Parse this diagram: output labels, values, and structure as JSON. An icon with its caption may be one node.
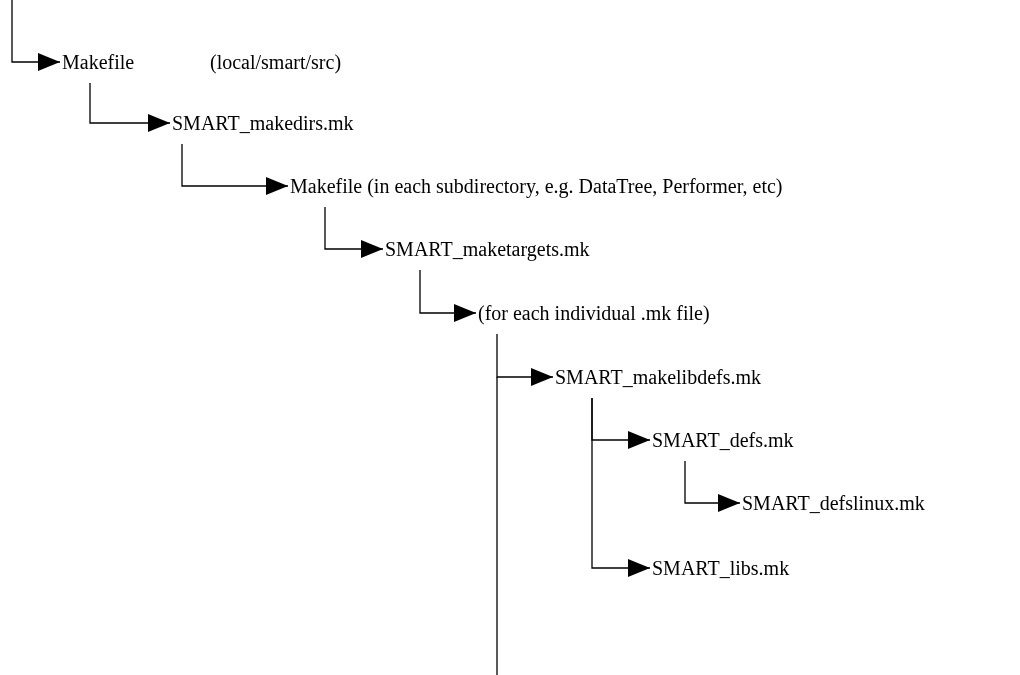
{
  "diagram": {
    "nodes": [
      {
        "text": [
          "Makefile"
        ]
      },
      {
        "text": [
          "SMART_makedirs.mk"
        ]
      },
      {
        "text": [
          "Makefile (in each subdirectory, e.g. DataTree, Performer, etc)"
        ]
      },
      {
        "text": [
          "SMART_maketargets.mk"
        ]
      },
      {
        "text": [
          "(for each individual .mk file)"
        ]
      },
      {
        "text": [
          "SMART_makelibdefs.mk"
        ]
      },
      {
        "text": [
          "SMART_defs.mk"
        ]
      },
      {
        "text": [
          "SMART_defslinux.mk"
        ]
      },
      {
        "text": [
          "SMART_libs.mk"
        ]
      }
    ],
    "edges": [
      {
        "from": null,
        "to": 0,
        "arrow": "to"
      },
      {
        "from": 0,
        "to": 1,
        "arrow": "to"
      },
      {
        "from": 1,
        "to": 2,
        "arrow": "to"
      },
      {
        "from": 2,
        "to": 3,
        "arrow": "to"
      },
      {
        "from": 3,
        "to": 4,
        "arrow": "to"
      },
      {
        "from": 4,
        "to": 5,
        "arrow": "to"
      },
      {
        "from": 5,
        "to": 6,
        "arrow": "to"
      },
      {
        "from": 6,
        "to": 7,
        "arrow": "to"
      },
      {
        "from": 5,
        "to": 8,
        "arrow": "to"
      }
    ],
    "labels": [
      "(local/smart/src)"
    ]
  }
}
